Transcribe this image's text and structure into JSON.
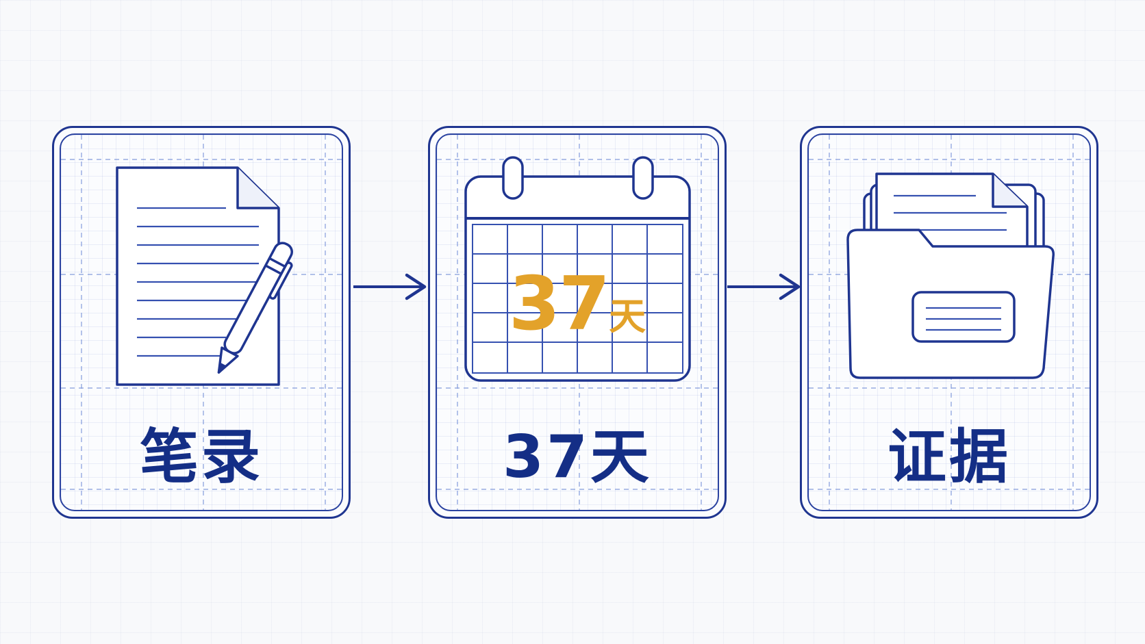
{
  "colors": {
    "primary": "#1f3590",
    "accent": "#e3a22a",
    "background": "#f8f9fb"
  },
  "steps": [
    {
      "label": "笔录",
      "icon": "document-with-pen-icon"
    },
    {
      "label": "37天",
      "icon": "calendar-icon"
    },
    {
      "label": "证据",
      "icon": "folder-with-documents-icon"
    }
  ],
  "calendar": {
    "number": "37",
    "unit": "天"
  },
  "connectors": [
    "arrow-right-icon",
    "arrow-right-icon"
  ]
}
